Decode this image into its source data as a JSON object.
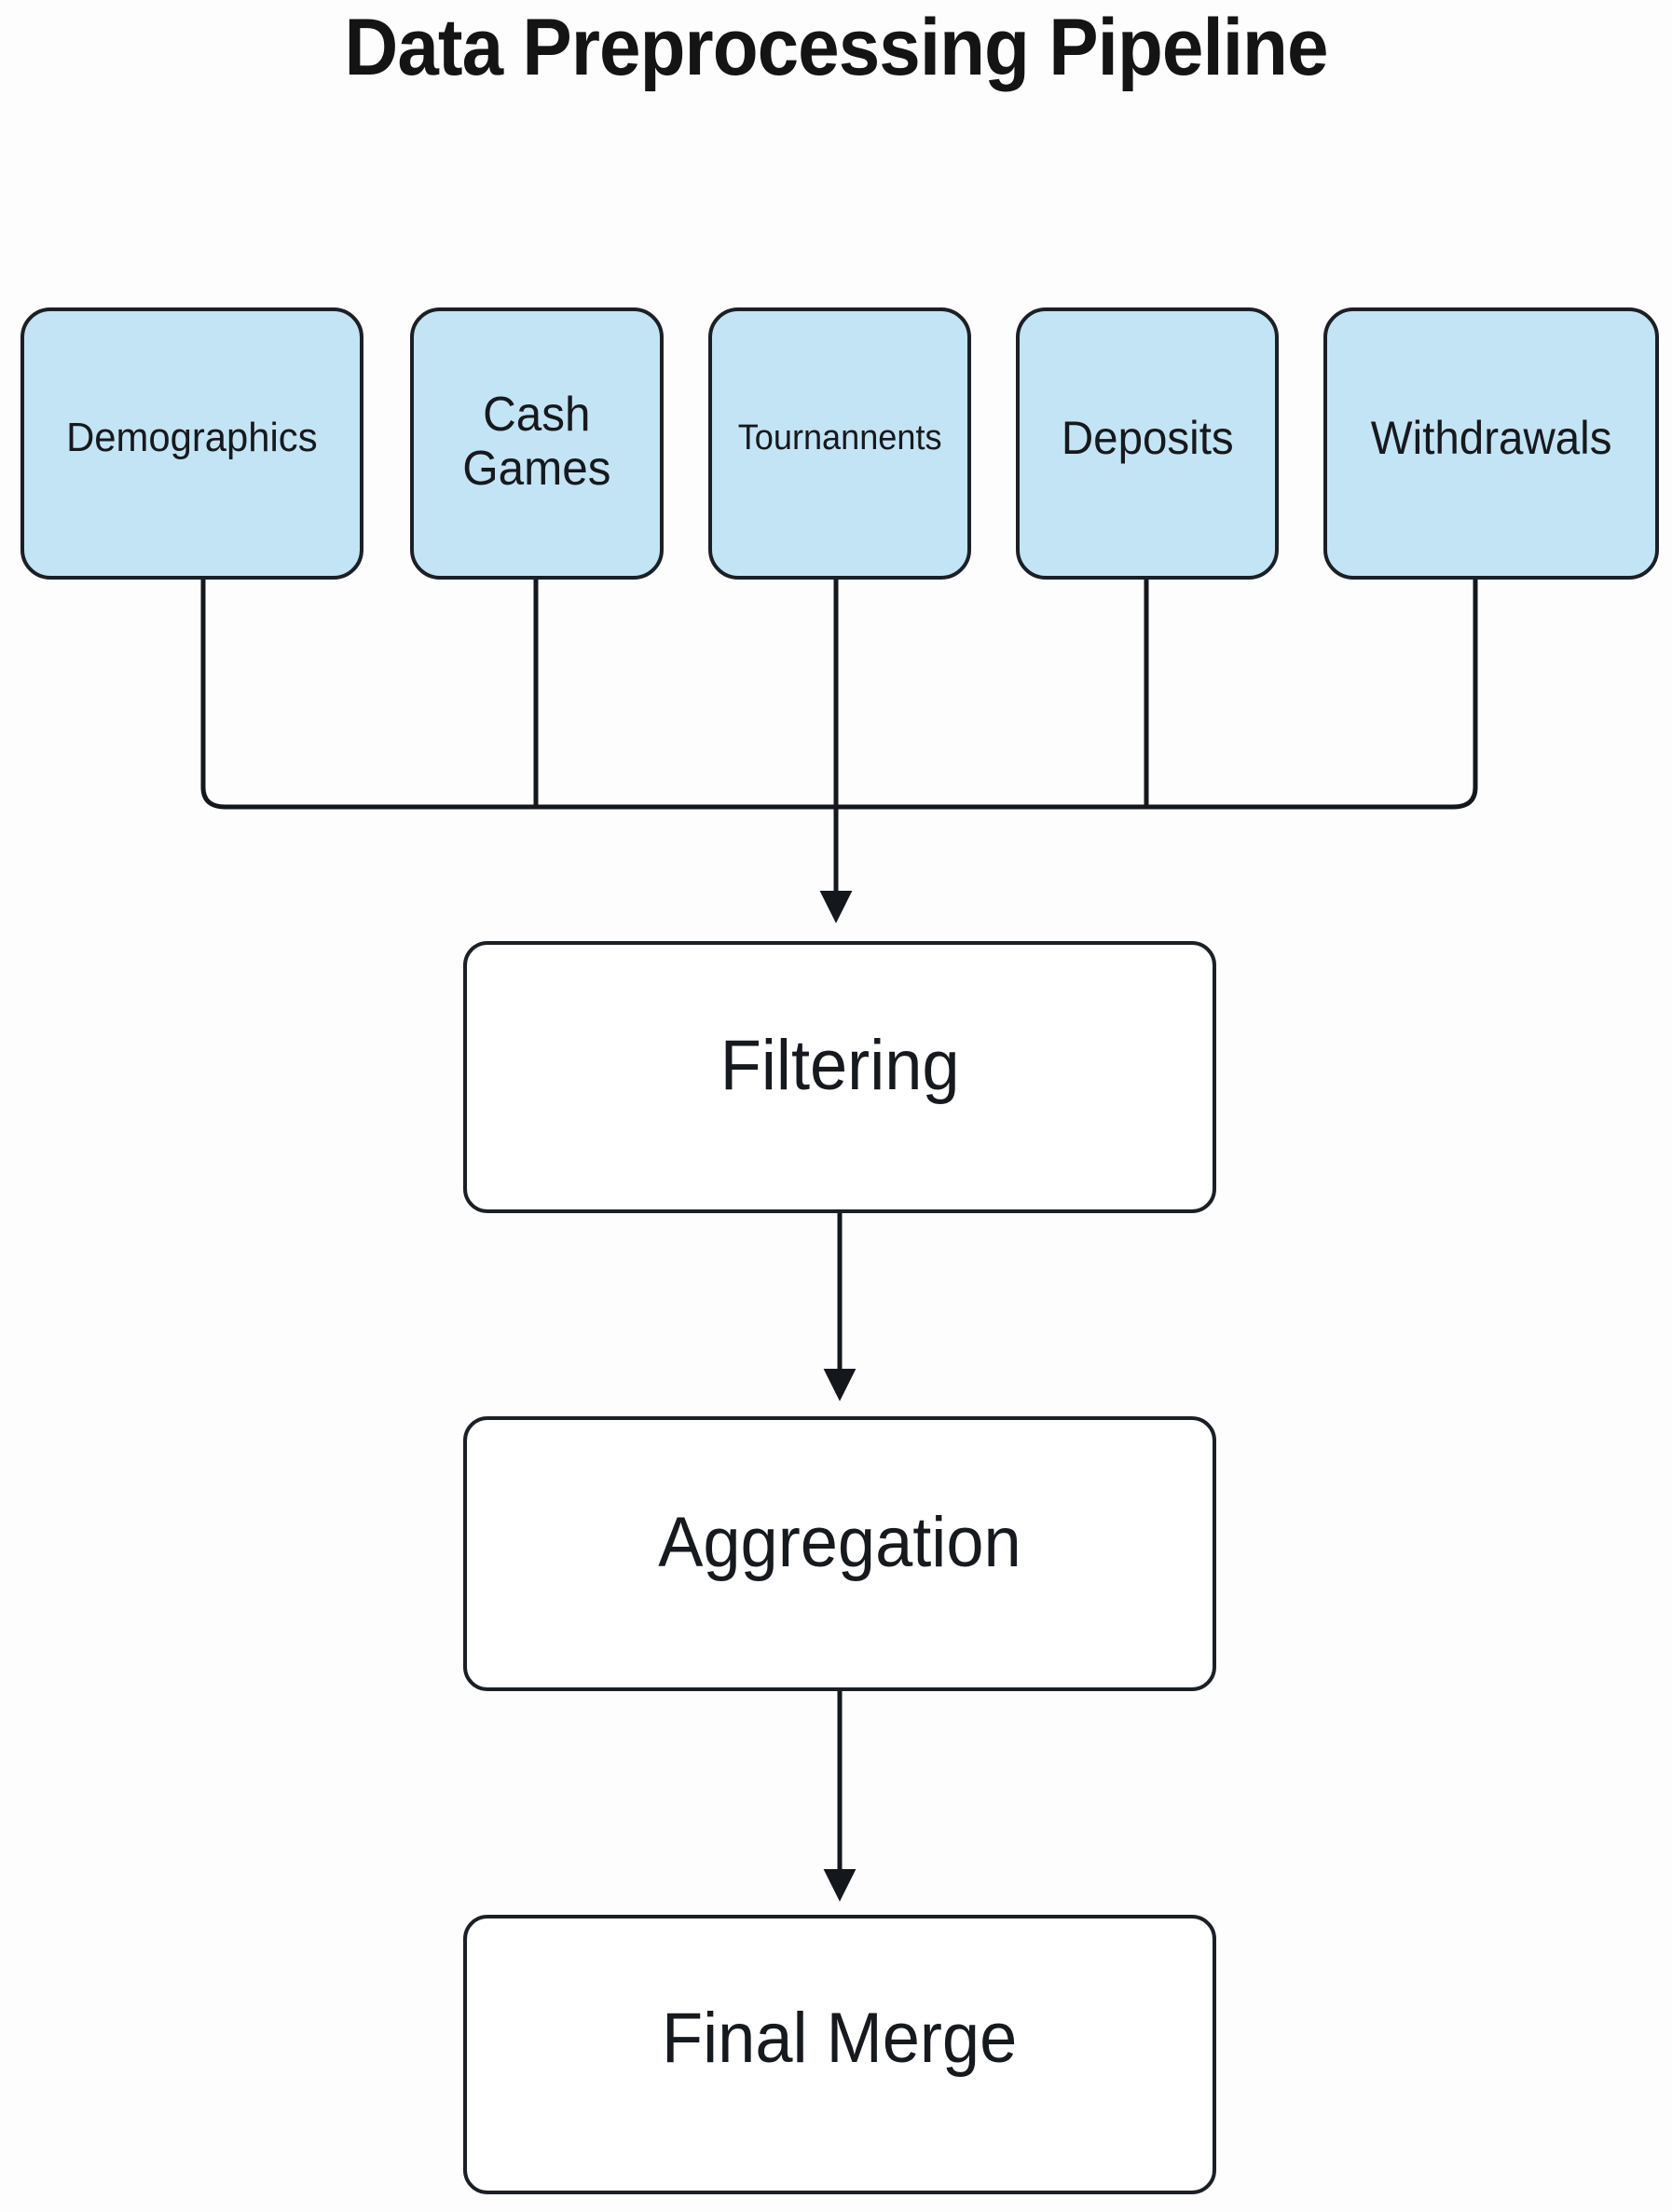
{
  "title": "Data Preprocessing Pipeline",
  "colors": {
    "background": "#fdfdfd",
    "source_fill": "#c3e4f4",
    "process_fill": "#ffffff",
    "stroke": "#1b2026",
    "text": "#16191d"
  },
  "sources": [
    {
      "id": "demographics",
      "label": "Demographics"
    },
    {
      "id": "cash-games",
      "label": "Cash\nGames"
    },
    {
      "id": "tournaments",
      "label": "Tournannents"
    },
    {
      "id": "deposits",
      "label": "Deposits"
    },
    {
      "id": "withdrawals",
      "label": "Withdrawals"
    }
  ],
  "stages": [
    {
      "id": "filtering",
      "label": "Filtering"
    },
    {
      "id": "aggregation",
      "label": "Aggregation"
    },
    {
      "id": "final-merge",
      "label": "Final Merge"
    }
  ],
  "flow": {
    "description": "Five source datasets merge into a single bus that feeds Filtering, then Aggregation, then Final Merge.",
    "edges": [
      {
        "from": "demographics",
        "to": "filtering"
      },
      {
        "from": "cash-games",
        "to": "filtering"
      },
      {
        "from": "tournaments",
        "to": "filtering"
      },
      {
        "from": "deposits",
        "to": "filtering"
      },
      {
        "from": "withdrawals",
        "to": "filtering"
      },
      {
        "from": "filtering",
        "to": "aggregation"
      },
      {
        "from": "aggregation",
        "to": "final-merge"
      }
    ]
  }
}
